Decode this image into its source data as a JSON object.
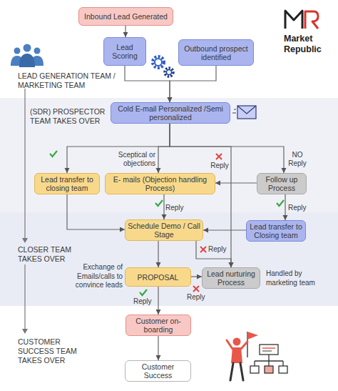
{
  "diagram": {
    "nodes": [
      {
        "text": [
          "Inbound Lead Generated"
        ]
      },
      {
        "text": [
          "Lead Scoring"
        ]
      },
      {
        "text": [
          "Outbound prospect identified"
        ]
      },
      {
        "text": [
          "Cold E-mail Personalized /Semi personalized"
        ]
      },
      {
        "text": [
          "Lead transfer to closing team"
        ]
      },
      {
        "text": [
          "E- mails (Objection handling Process)"
        ]
      },
      {
        "text": [
          "Follow up Process"
        ]
      },
      {
        "text": [
          "Schedule Demo / Call Stage"
        ]
      },
      {
        "text": [
          "Lead transfer to Closing team"
        ]
      },
      {
        "text": [
          "PROPOSAL"
        ]
      },
      {
        "text": [
          "Lead nurturing Process"
        ]
      },
      {
        "text": [
          "Customer on-boarding"
        ]
      },
      {
        "text": [
          "Customer Success"
        ]
      }
    ],
    "edges": [
      {
        "from": 0,
        "to": 1,
        "arrow": "to"
      },
      {
        "from": 1,
        "to": 3,
        "arrow": "to"
      },
      {
        "from": 2,
        "to": 3,
        "arrow": "to"
      },
      {
        "from": 3,
        "to": 4,
        "arrow": "to"
      },
      {
        "from": 3,
        "to": 5,
        "label": "Sceptical or objections",
        "arrow": "to"
      },
      {
        "from": 3,
        "to": 10,
        "label": "Reply",
        "arrow": "to"
      },
      {
        "from": 3,
        "to": 6,
        "label": "NO Reply",
        "arrow": "to"
      },
      {
        "from": 6,
        "to": 5,
        "arrow": "to"
      },
      {
        "from": 5,
        "to": 7,
        "label": "Reply",
        "arrow": "to"
      },
      {
        "from": 6,
        "to": 8,
        "label": "Reply",
        "arrow": "to"
      },
      {
        "from": 4,
        "to": 7,
        "arrow": "to"
      },
      {
        "from": 8,
        "to": 7,
        "arrow": "to"
      },
      {
        "from": 7,
        "to": 9,
        "arrow": "to"
      },
      {
        "from": 7,
        "to": 10,
        "label": "Reply",
        "arrow": "to"
      },
      {
        "from": 9,
        "to": 10,
        "label": "Reply",
        "arrow": "to"
      },
      {
        "from": 9,
        "to": 11,
        "label": "Reply",
        "arrow": "to"
      },
      {
        "from": 11,
        "to": 12,
        "arrow": "to"
      }
    ],
    "labels": [
      "Market Republic",
      "LEAD GENERATION TEAM / MARKETING TEAM",
      "(SDR) PROSPECTOR TEAM TAKES OVER",
      "CLOSER TEAM TAKES OVER",
      "Exchange of Emails/calls to convince leads",
      "Handled by marketing team",
      "CUSTOMER SUCCESS TEAM TAKES OVER"
    ]
  }
}
